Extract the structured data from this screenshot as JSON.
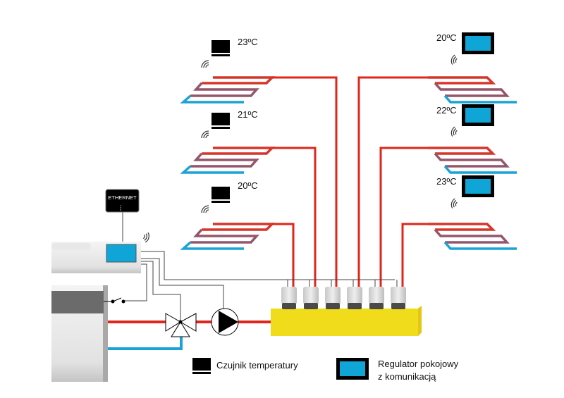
{
  "zones_left": [
    {
      "temperature": "23ºC",
      "device": "temperature-sensor"
    },
    {
      "temperature": "21ºC",
      "device": "temperature-sensor"
    },
    {
      "temperature": "20ºC",
      "device": "temperature-sensor"
    }
  ],
  "zones_right": [
    {
      "temperature": "20ºC",
      "device": "room-regulator"
    },
    {
      "temperature": "22ºC",
      "device": "room-regulator"
    },
    {
      "temperature": "23ºC",
      "device": "room-regulator"
    }
  ],
  "ethernet_module": {
    "label": "ETHERNET"
  },
  "legend": {
    "sensor_label": "Czujnik temperatury",
    "regulator_label_line1": "Regulator pokojowy",
    "regulator_label_line2": "z komunikacją"
  },
  "colors": {
    "supply": "#e0251b",
    "return": "#1aa3d6",
    "screen": "#0fa5d6",
    "manifold": "#f0dc1a"
  }
}
